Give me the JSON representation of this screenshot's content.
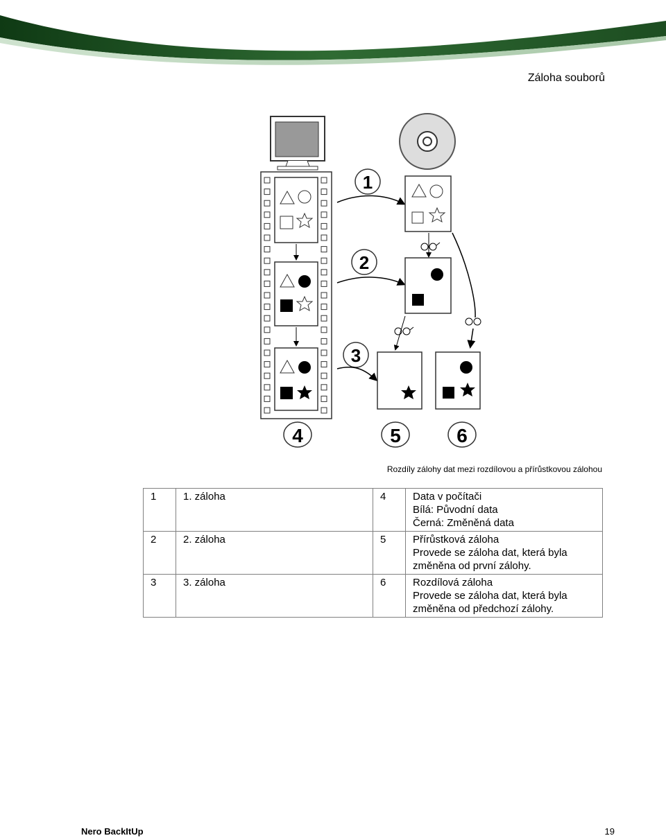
{
  "header": {
    "section_title": "Záloha souborů"
  },
  "figure": {
    "step_labels": [
      "1",
      "2",
      "3"
    ],
    "column_labels": [
      "4",
      "5",
      "6"
    ],
    "caption": "Rozdíly zálohy dat mezi rozdílovou a přírůstkovou zálohou"
  },
  "legend": {
    "rows": [
      {
        "num": "1",
        "label": "1. záloha",
        "num2": "4",
        "lines": [
          "Data v počítači",
          "Bílá: Původní data",
          "Černá: Změněná data"
        ]
      },
      {
        "num": "2",
        "label": "2. záloha",
        "num2": "5",
        "lines": [
          "Přírůstková záloha",
          "Provede se záloha dat, která byla",
          "změněna od první zálohy."
        ]
      },
      {
        "num": "3",
        "label": "3. záloha",
        "num2": "6",
        "lines": [
          "Rozdílová záloha",
          "Provede se záloha dat, která byla",
          "změněna od předchozí zálohy."
        ]
      }
    ]
  },
  "footer": {
    "product": "Nero BackItUp",
    "page": "19"
  },
  "colors": {
    "banner_dark": "#1f4a1f",
    "banner_light": "#8fb88f"
  }
}
